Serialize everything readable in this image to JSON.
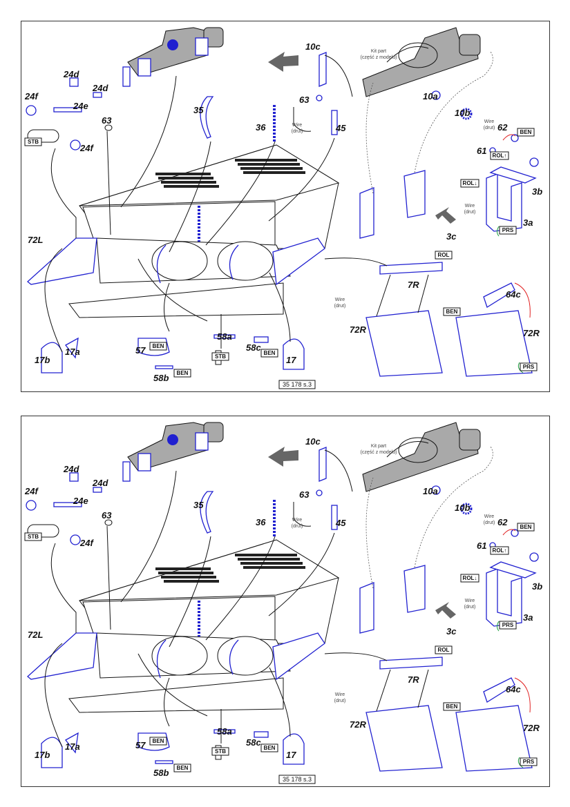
{
  "panels": [
    {
      "labels": {
        "p10c": "10c",
        "p10a": "10a",
        "p10b": "10b",
        "p62": "62",
        "p61": "61",
        "p3b": "3b",
        "p3a": "3a",
        "p3c": "3c",
        "p24d_1": "24d",
        "p24d_2": "24d",
        "p24f_1": "24f",
        "p24e": "24e",
        "p24f_2": "24f",
        "p63_1": "63",
        "p35": "35",
        "p36": "36",
        "p63_2": "63",
        "p45": "45",
        "p72L": "72L",
        "p7R": "7R",
        "p72R_1": "72R",
        "p64c": "64c",
        "p72R_2": "72R",
        "p57": "57",
        "p58a": "58a",
        "p58c": "58c",
        "p17": "17",
        "p17b": "17b",
        "p17a": "17a",
        "p58b": "58b"
      },
      "notes": {
        "kit_part_1": "Kit part",
        "kit_part_2": "(część z modelu)",
        "wire": "Wire",
        "drut": "(drut)"
      },
      "tags": {
        "ben": "BEN",
        "rol_up": "ROL↑",
        "rol_down": "ROL↓",
        "rol": "ROL",
        "prs": "PRS",
        "stb": "STB"
      },
      "footer": "35 178 s.3"
    },
    {
      "labels": {
        "p10c": "10c",
        "p10a": "10a",
        "p10b": "10b",
        "p62": "62",
        "p61": "61",
        "p3b": "3b",
        "p3a": "3a",
        "p3c": "3c",
        "p24d_1": "24d",
        "p24d_2": "24d",
        "p24f_1": "24f",
        "p24e": "24e",
        "p24f_2": "24f",
        "p63_1": "63",
        "p35": "35",
        "p36": "36",
        "p63_2": "63",
        "p45": "45",
        "p72L": "72L",
        "p7R": "7R",
        "p72R_1": "72R",
        "p64c": "64c",
        "p72R_2": "72R",
        "p57": "57",
        "p58a": "58a",
        "p58c": "58c",
        "p17": "17",
        "p17b": "17b",
        "p17a": "17a",
        "p58b": "58b"
      },
      "notes": {
        "kit_part_1": "Kit part",
        "kit_part_2": "(część z modelu)",
        "wire": "Wire",
        "drut": "(drut)"
      },
      "tags": {
        "ben": "BEN",
        "rol_up": "ROL↑",
        "rol_down": "ROL↓",
        "rol": "ROL",
        "prs": "PRS",
        "stb": "STB"
      },
      "footer": "35 178 s.3"
    }
  ],
  "colors": {
    "part_blue": "#2020d0",
    "kit_gray": "#a9a9a9",
    "arrow_red": "#e02020",
    "arrow_green": "#20a040"
  }
}
